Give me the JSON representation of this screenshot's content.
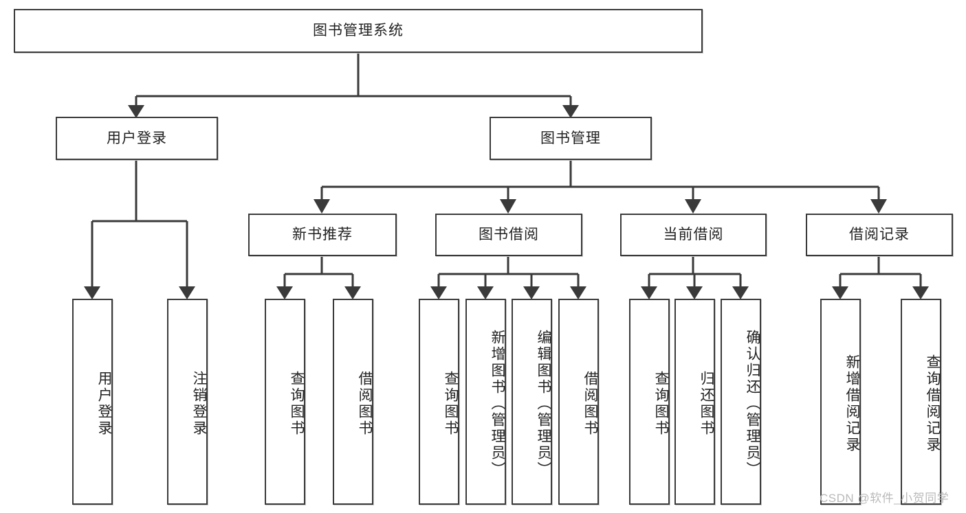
{
  "diagram": {
    "type": "tree",
    "title": "图书管理系统",
    "orientation": "top-down",
    "root": {
      "label": "图书管理系统"
    },
    "level2": [
      {
        "label": "用户登录"
      },
      {
        "label": "图书管理"
      }
    ],
    "level3": [
      {
        "label": "新书推荐"
      },
      {
        "label": "图书借阅"
      },
      {
        "label": "当前借阅"
      },
      {
        "label": "借阅记录"
      }
    ],
    "leaves": {
      "user_login": [
        {
          "label": "用户登录"
        },
        {
          "label": "注销登录"
        }
      ],
      "new_book_recommend": [
        {
          "label": "查询图书"
        },
        {
          "label": "借阅图书"
        }
      ],
      "book_borrow": [
        {
          "label": "查询图书"
        },
        {
          "label": "新增图书（管理员）"
        },
        {
          "label": "编辑图书（管理员）"
        },
        {
          "label": "借阅图书"
        }
      ],
      "current_borrow": [
        {
          "label": "查询图书"
        },
        {
          "label": "归还图书"
        },
        {
          "label": "确认归还（管理员）"
        }
      ],
      "borrow_record": [
        {
          "label": "新增借阅记录"
        },
        {
          "label": "查询借阅记录"
        }
      ]
    }
  },
  "watermark": {
    "text": "CSDN @软件_小贺同学"
  },
  "colors": {
    "stroke": "#3a3a3a",
    "text": "#222222",
    "background": "#ffffff",
    "watermark": "#b9b9b9"
  }
}
